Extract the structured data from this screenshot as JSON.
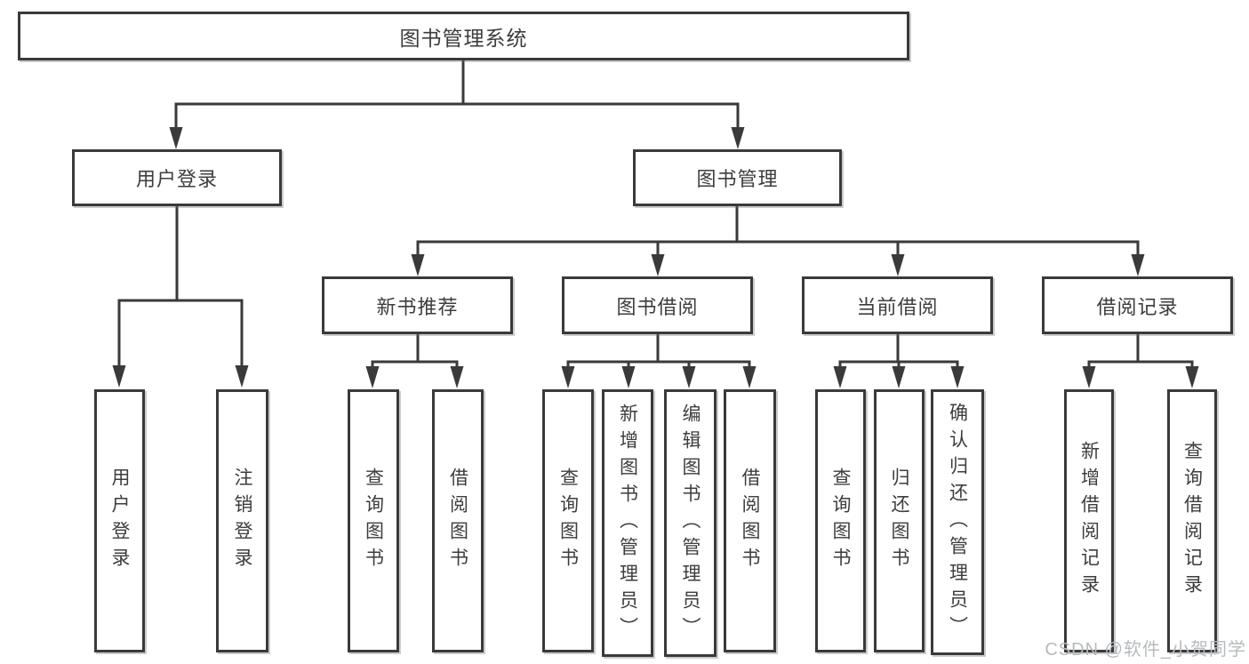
{
  "diagram": {
    "root": {
      "label": "图书管理系统"
    },
    "branches": [
      {
        "label": "用户登录",
        "children": [
          {
            "label": "用户登录"
          },
          {
            "label": "注销登录"
          }
        ]
      },
      {
        "label": "图书管理",
        "groups": [
          {
            "label": "新书推荐",
            "children": [
              {
                "label": "查询图书"
              },
              {
                "label": "借阅图书"
              }
            ]
          },
          {
            "label": "图书借阅",
            "children": [
              {
                "label": "查询图书"
              },
              {
                "label": "新增图书（管理员）"
              },
              {
                "label": "编辑图书（管理员）"
              },
              {
                "label": "借阅图书"
              }
            ]
          },
          {
            "label": "当前借阅",
            "children": [
              {
                "label": "查询图书"
              },
              {
                "label": "归还图书"
              },
              {
                "label": "确认归还（管理员）"
              }
            ]
          },
          {
            "label": "借阅记录",
            "children": [
              {
                "label": "新增借阅记录"
              },
              {
                "label": "查询借阅记录"
              }
            ]
          }
        ]
      }
    ]
  },
  "watermark": {
    "text": "CSDN @软件_小贺同学"
  },
  "colors": {
    "line": "#3a3a3a",
    "text": "#3d3d3d",
    "watermark": "#b7babd",
    "background": "#ffffff"
  }
}
